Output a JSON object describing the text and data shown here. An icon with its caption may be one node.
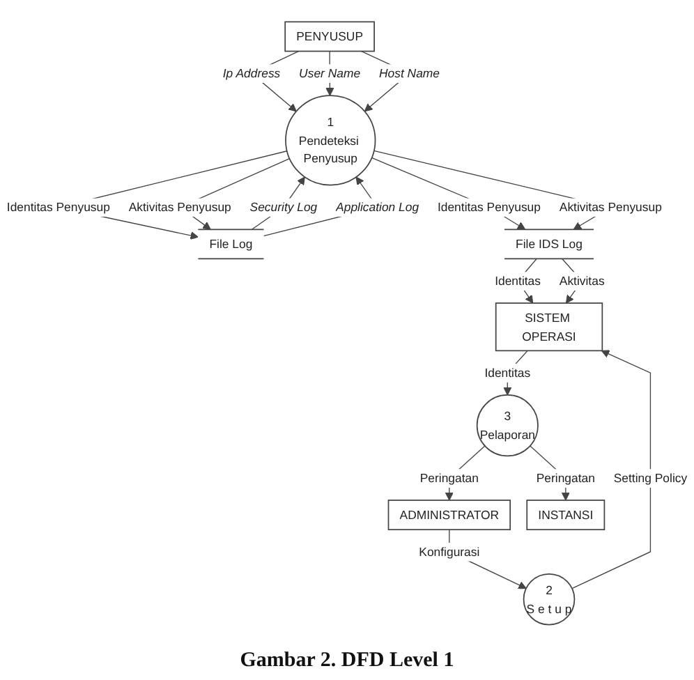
{
  "diagram": {
    "caption": "Gambar 2. DFD Level 1",
    "nodes": [
      {
        "text": [
          "PENYUSUP"
        ]
      },
      {
        "text": [
          "1",
          "Pendeteksi Penyusup"
        ]
      },
      {
        "text": [
          "File Log"
        ]
      },
      {
        "text": [
          "ADMINISTRATOR"
        ]
      },
      {
        "text": [
          "2",
          "S e t u p"
        ]
      },
      {
        "text": [
          "File IDS Log"
        ]
      },
      {
        "text": [
          "INSTANSI"
        ]
      },
      {
        "text": [
          "3",
          "Pelaporan"
        ]
      },
      {
        "text": [
          "SISTEM OPERASI"
        ]
      }
    ],
    "edges": [
      {
        "from": 0,
        "to": 1,
        "arrow": "to",
        "label": "Ip Address"
      },
      {
        "from": 0,
        "to": 1,
        "arrow": "to",
        "label": "User Name"
      },
      {
        "from": 0,
        "to": 1,
        "arrow": "to",
        "label": "Host Name"
      },
      {
        "from": 2,
        "to": 1,
        "arrow": "to",
        "label": "Security Log"
      },
      {
        "from": 2,
        "to": 1,
        "arrow": "to",
        "label": "Application Log"
      },
      {
        "from": 1,
        "to": 2,
        "arrow": "to",
        "label": "Identitas Penyusup"
      },
      {
        "from": 1,
        "to": 2,
        "arrow": "to",
        "label": "Aktivitas Penyusup"
      },
      {
        "from": 1,
        "to": 5,
        "arrow": "to",
        "label": "Identitas Penyusup"
      },
      {
        "from": 1,
        "to": 5,
        "arrow": "to",
        "label": "Aktivitas Penyusup"
      },
      {
        "from": 3,
        "to": 4,
        "arrow": "to",
        "label": "Konfigurasi"
      },
      {
        "from": 7,
        "to": 3,
        "arrow": "to",
        "label": "Peringatan"
      },
      {
        "from": 5,
        "to": 8,
        "arrow": "to",
        "label": "Identitas"
      },
      {
        "from": 4,
        "to": 8,
        "arrow": "to",
        "label": "Setting Policy"
      },
      {
        "from": 5,
        "to": 8,
        "arrow": "to",
        "label": "Aktivitas"
      },
      {
        "from": 7,
        "to": 6,
        "arrow": "to",
        "label": "Peringatan"
      },
      {
        "from": 8,
        "to": 7,
        "arrow": "to",
        "label": "Identitas"
      }
    ]
  }
}
